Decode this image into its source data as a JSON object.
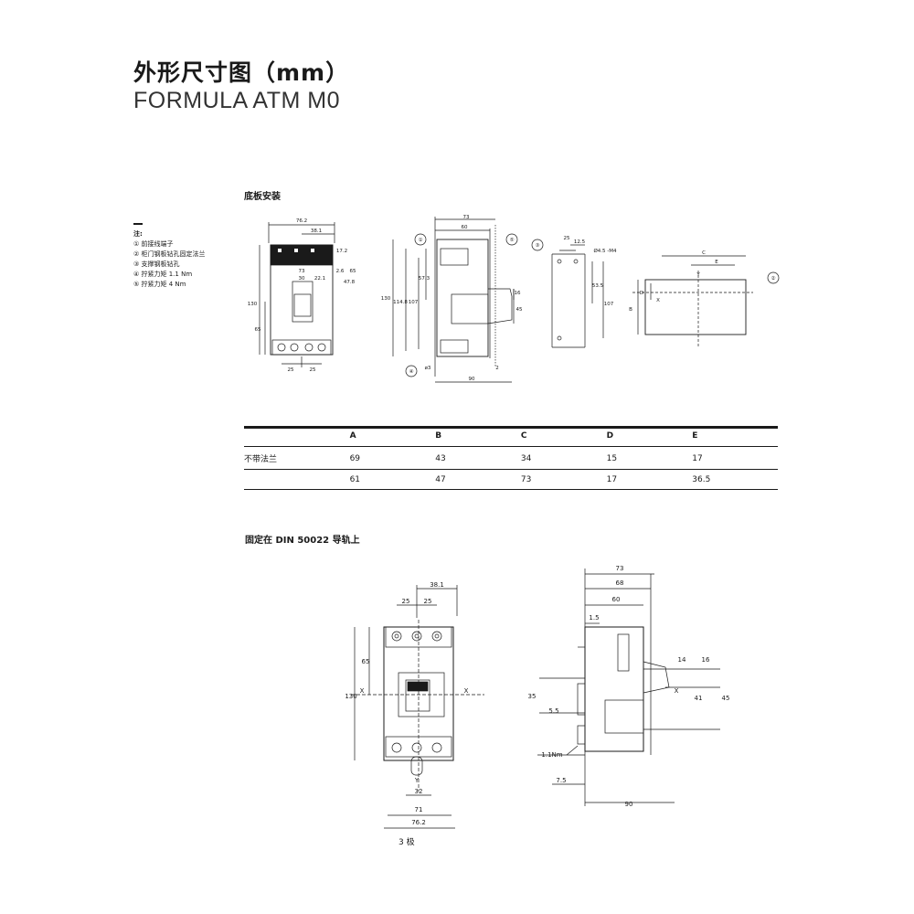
{
  "header": {
    "title": "外形尺寸图（mm）",
    "subtitle": "FORMULA ATM M0"
  },
  "sections": {
    "plate_mounting": "底板安装",
    "din_mounting": "固定在 DIN 50022 导轨上"
  },
  "notes": {
    "heading": "注:",
    "items": [
      "① 前接线端子",
      "② 柜门钢板钻孔固定法兰",
      "③ 支撑钢板钻孔",
      "④ 拧紧力矩 1.1 Nm",
      "⑤ 拧紧力矩 4 Nm"
    ]
  },
  "table": {
    "headers": [
      "",
      "A",
      "B",
      "C",
      "D",
      "E"
    ],
    "rows": [
      [
        "不带法兰",
        "69",
        "43",
        "34",
        "15",
        "17"
      ],
      [
        "",
        "61",
        "47",
        "73",
        "17",
        "36.5"
      ]
    ]
  },
  "drawing1": {
    "dims": {
      "width": "76.2",
      "pitch": "38.1",
      "d73": "73",
      "d30": "30",
      "d22": "22.1",
      "d17": "17.2",
      "d26": "2.6",
      "d478": "47.8",
      "d65": "65",
      "h130": "130",
      "h65": "65",
      "p25a": "25",
      "p25b": "25"
    }
  },
  "drawing2": {
    "dims": {
      "d73": "73",
      "d60": "60",
      "h130": "130",
      "h1148": "114.8",
      "h107": "107",
      "h573": "57.3",
      "d16": "16",
      "d45": "45",
      "d90": "90",
      "d2": "2",
      "d3": "ø3",
      "c1": "①",
      "c5": "⑤",
      "c4": "④"
    }
  },
  "drawing3": {
    "dims": {
      "d25": "25",
      "d125": "12.5",
      "hole": "Ø4.5 -M4",
      "d535": "53.5",
      "d107": "107",
      "c3": "③"
    }
  },
  "drawing4": {
    "dims": {
      "C": "C",
      "E": "E",
      "D": "D",
      "B": "B",
      "Y": "Y",
      "X": "X",
      "c2": "②"
    }
  },
  "drawing5": {
    "dims": {
      "d381": "38.1",
      "d25a": "25",
      "d25b": "25",
      "h65": "65",
      "h130": "130",
      "x": "X",
      "y": "Y",
      "d32": "32",
      "d71": "71",
      "d762": "76.2"
    },
    "pole_label": "3 极"
  },
  "drawing6": {
    "dims": {
      "d73": "73",
      "d68": "68",
      "d60": "60",
      "d15": "1.5",
      "d14": "14",
      "d16": "16",
      "d35": "35",
      "d55": "5.5",
      "d41": "41",
      "d45": "45",
      "torque": "1.1Nm",
      "d75": "7.5",
      "d90": "90",
      "x": "X"
    }
  }
}
